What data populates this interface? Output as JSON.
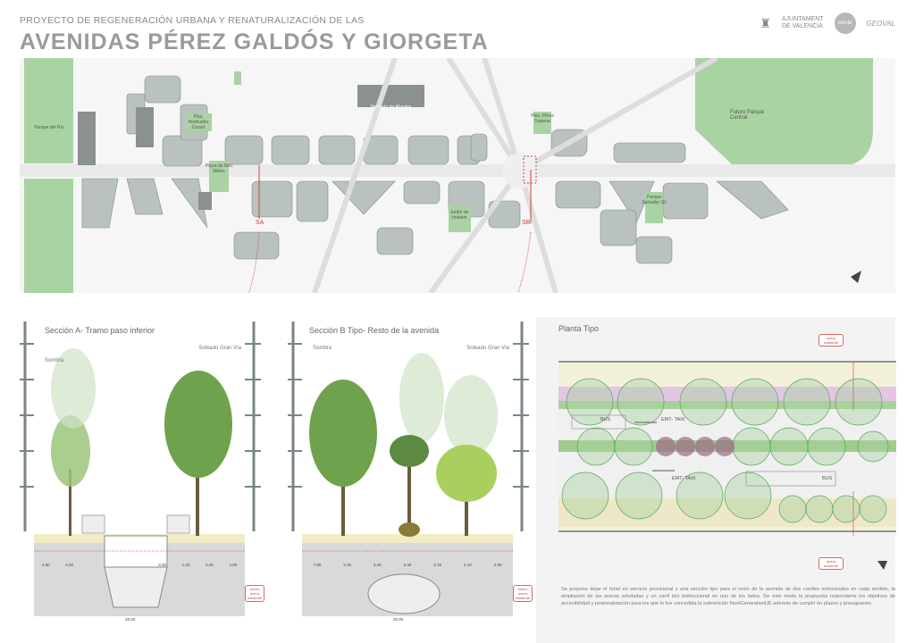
{
  "header": {
    "subtitle": "PROYECTO DE REGENERACIÓN URBANA Y RENATURALIZACIÓN DE LAS",
    "title": "AVENIDAS PÉREZ GALDÓS Y GIORGETA",
    "logos": {
      "ayuntamiento_line1": "AJUNTAMENT",
      "ayuntamiento_line2": "DE VALENCIA",
      "cercle": "cercle",
      "geoval": "GEOVAL"
    }
  },
  "map": {
    "labels": {
      "parque_rio": "Parque del Río",
      "mercado": "Mercado de Abastos",
      "horticultor": "Plza. Horticultor Corset",
      "nou_moles": "Plaza de Nou Moles",
      "jardin_hostem": "Jardín de Hostem",
      "perez_sopena": "Plza. Pérez Sopena",
      "parque_central": "Futuro Parque Central",
      "parque_salvador": "Parque Salvador Gil",
      "section_a": "SA",
      "section_b": "SB"
    }
  },
  "section_a": {
    "title": "Sección A- Tramo paso inferior",
    "left": "Sombra",
    "right": "Soleado Gran Vía",
    "dims": [
      "4.90",
      "3.30",
      "3.30",
      "1.10",
      "2.40",
      "4.00"
    ],
    "total": "26.00",
    "tag": "ancho acera existente"
  },
  "section_b": {
    "title": "Sección B Tipo- Resto de la avenida",
    "left": "Sombra",
    "right": "Soleado Gran Vía",
    "dims": [
      "7.90",
      "3.15",
      "3.40",
      "3.40",
      "3.15",
      "2.10",
      "4.90"
    ],
    "total": "26.00",
    "tag": "ancho acera existente"
  },
  "plan": {
    "title": "Planta Tipo",
    "lane1": "EMT- TAXI",
    "lane2": "EMT- TAXI",
    "bus1": "BUS",
    "bus2": "BUS",
    "tag_top": "acera existente",
    "tag_bottom": "acera existente",
    "description": "Se propone dejar el túnel en servicio provisional y una sección tipo para el resto de la avenida de dos carriles motorizados en cada sentido, la ampliación de las aceras arboladas y un carril bici bidireccional en uno de los lados. De este modo la propuesta respondería los objetivos de accesibilidad y peatonalización para los que le fue concedida la subvención NextGenerationUE además de cumplir en plazos y presupuesto."
  },
  "colors": {
    "park": "#a9d3a2",
    "block": "#b9c2be",
    "accent": "#c9463c",
    "bike": "#e4c6e4"
  }
}
